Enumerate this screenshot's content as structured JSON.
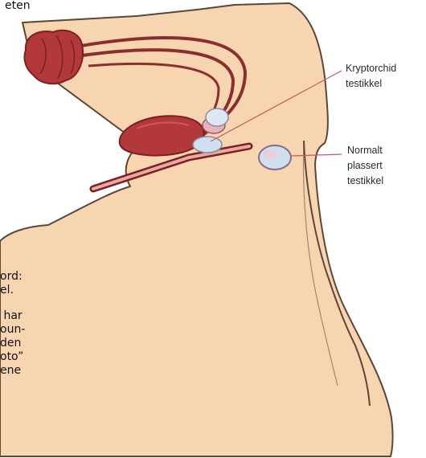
{
  "diagram": {
    "labels": {
      "cryptorchid": [
        "Kryptorchid",
        "testikkel"
      ],
      "normal": [
        "Normalt",
        "plassert",
        "testikkel"
      ]
    },
    "text_fragments": {
      "top": "eten",
      "left": [
        "ord:",
        "el.",
        "",
        " har",
        "oun-",
        "den",
        "oto”",
        "ene"
      ]
    }
  },
  "colors": {
    "body_fill": "#f7d5b1",
    "body_outline": "#5b4637",
    "organ_red": "#b3383a",
    "organ_dark": "#7a1f22",
    "testis_blue": "#cfe0ee",
    "testis_pink": "#f0c8d4",
    "pointer_line": "#c45a5a"
  }
}
